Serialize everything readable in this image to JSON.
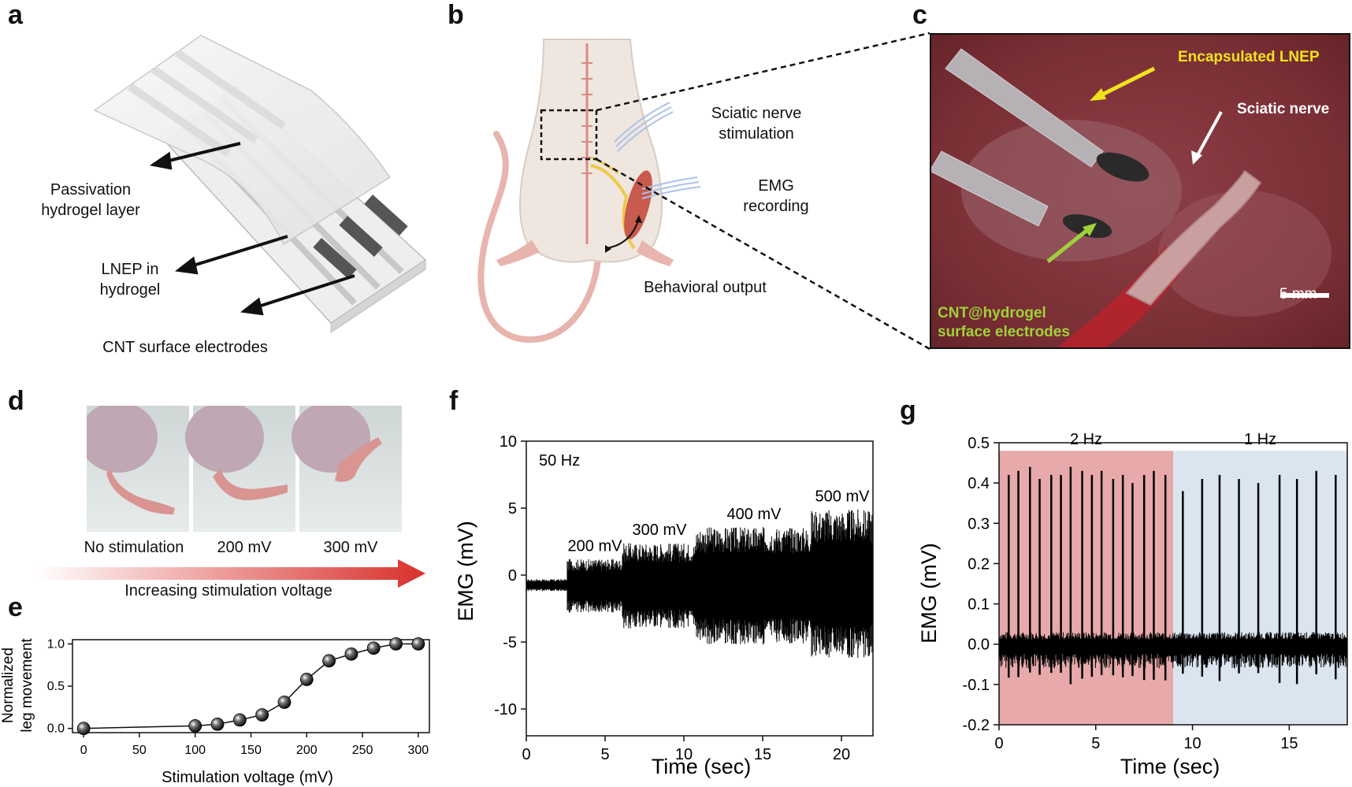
{
  "panels": {
    "a": "a",
    "b": "b",
    "c": "c",
    "d": "d",
    "e": "e",
    "f": "f",
    "g": "g"
  },
  "panel_a": {
    "passivation_line1": "Passivation",
    "passivation_line2": "hydrogel layer",
    "lnep_line1": "LNEP in",
    "lnep_line2": "hydrogel",
    "cnt": "CNT surface electrodes"
  },
  "panel_b": {
    "stim_line1": "Sciatic nerve",
    "stim_line2": "stimulation",
    "emg_line1": "EMG",
    "emg_line2": "recording",
    "behavior": "Behavioral output"
  },
  "panel_c": {
    "encapsulated": "Encapsulated LNEP",
    "sciatic": "Sciatic nerve",
    "cnt_line1": "CNT@hydrogel",
    "cnt_line2": "surface electrodes",
    "scale": "5 mm",
    "colors": {
      "yellow": "#f2e21c",
      "green": "#9fd23a",
      "white": "#ffffff"
    }
  },
  "panel_d": {
    "captions": [
      "No stimulation",
      "200 mV",
      "300 mV"
    ],
    "arrow_label": "Increasing stimulation voltage"
  },
  "chart_data": [
    {
      "id": "e",
      "type": "scatter",
      "xlabel": "Stimulation voltage (mV)",
      "ylabel_line1": "Normalized",
      "ylabel_line2": "leg movement",
      "xlim": [
        -10,
        310
      ],
      "ylim": [
        -0.05,
        1.05
      ],
      "xticks": [
        0,
        50,
        100,
        150,
        200,
        250,
        300
      ],
      "yticks": [
        0.0,
        0.5,
        1.0
      ],
      "ytick_labels": [
        "0.0",
        "0.5",
        "1.0"
      ],
      "x": [
        0,
        100,
        120,
        140,
        160,
        180,
        200,
        220,
        240,
        260,
        280,
        300
      ],
      "y": [
        0.0,
        0.03,
        0.05,
        0.1,
        0.16,
        0.31,
        0.58,
        0.8,
        0.88,
        0.95,
        1.0,
        1.0
      ]
    },
    {
      "id": "f",
      "type": "line",
      "xlabel": "Time (sec)",
      "ylabel": "EMG (mV)",
      "annotation": "50 Hz",
      "xlim": [
        0,
        22
      ],
      "ylim": [
        -12,
        10
      ],
      "xticks": [
        0,
        5,
        10,
        15,
        20
      ],
      "yticks": [
        10,
        5,
        0,
        -5,
        -10
      ],
      "segments": [
        {
          "label": "",
          "x_start": 0,
          "x_end": 2.6,
          "low": -1.2,
          "high": -0.3
        },
        {
          "label": "200 mV",
          "x_start": 2.6,
          "x_end": 6.1,
          "low": -2.8,
          "high": 1.2
        },
        {
          "label": "300 mV",
          "x_start": 6.1,
          "x_end": 10.8,
          "low": -4.0,
          "high": 2.4
        },
        {
          "label": "400 mV",
          "x_start": 10.8,
          "x_end": 18.1,
          "low": -5.2,
          "high": 3.6
        },
        {
          "label": "500 mV",
          "x_start": 18.1,
          "x_end": 22,
          "low": -6.2,
          "high": 4.9
        }
      ]
    },
    {
      "id": "g",
      "type": "line",
      "xlabel": "Time (sec)",
      "ylabel": "EMG (mV)",
      "xlim": [
        0,
        18
      ],
      "ylim": [
        -0.2,
        0.5
      ],
      "xticks": [
        0,
        5,
        10,
        15
      ],
      "yticks": [
        0.5,
        0.4,
        0.3,
        0.2,
        0.1,
        0.0,
        -0.1,
        -0.2
      ],
      "ytick_labels": [
        "0.5",
        "0.4",
        "0.3",
        "0.2",
        "0.1",
        "0.0",
        "-0.1",
        "-0.2"
      ],
      "regions": [
        {
          "label": "2 Hz",
          "x_start": 0,
          "x_end": 9,
          "color": "#e7a9a9"
        },
        {
          "label": "1 Hz",
          "x_start": 9,
          "x_end": 18,
          "color": "#dbe5f0"
        }
      ],
      "spikes_2hz_x": [
        0.5,
        1.0,
        1.6,
        2.1,
        2.7,
        3.2,
        3.7,
        4.3,
        4.8,
        5.3,
        5.9,
        6.4,
        6.9,
        7.5,
        8.0,
        8.6
      ],
      "spikes_2hz_y": [
        0.42,
        0.43,
        0.44,
        0.41,
        0.42,
        0.42,
        0.44,
        0.43,
        0.42,
        0.43,
        0.41,
        0.42,
        0.4,
        0.42,
        0.43,
        0.42
      ],
      "spikes_1hz_x": [
        9.5,
        10.5,
        11.4,
        12.4,
        13.4,
        14.5,
        15.4,
        16.4,
        17.4
      ],
      "spikes_1hz_y": [
        0.38,
        0.41,
        0.42,
        0.41,
        0.4,
        0.42,
        0.41,
        0.43,
        0.42
      ],
      "baseline_low": -0.06,
      "baseline_high": 0.03
    }
  ]
}
